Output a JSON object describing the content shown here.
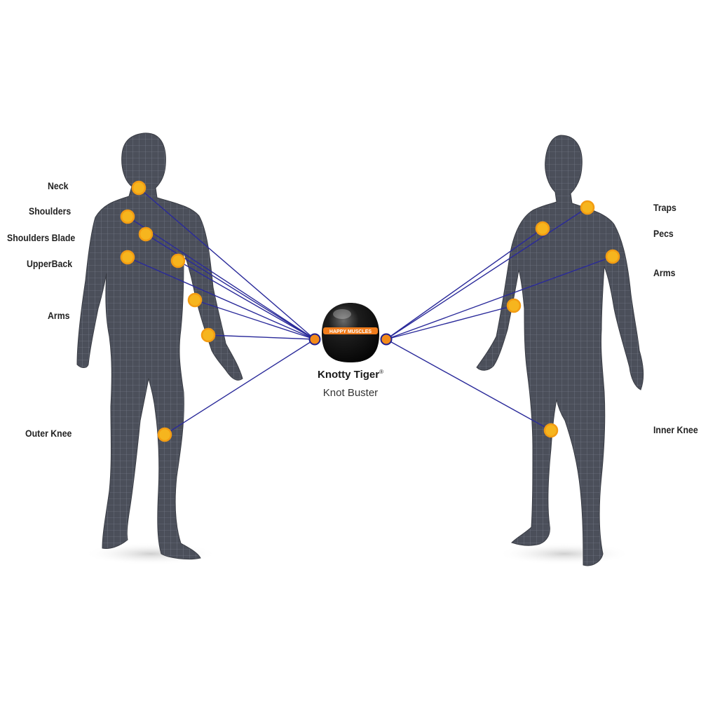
{
  "colors": {
    "line": "#2a2a9a",
    "dot_fill": "#f6b51e",
    "dot_ring": "#f39c12",
    "hub_ring": "#1f1f8f",
    "hub_fill": "#f28a1a",
    "body": "#4b4f5a",
    "mesh": "#7e8593",
    "band": "#f07c1c"
  },
  "product": {
    "name": "Knotty Tiger",
    "reg": "®",
    "subtitle": "Knot Buster",
    "band_text": "HAPPY MUSCLES"
  },
  "left_figure": {
    "labels": [
      "Neck",
      "Shoulders",
      "Shoulders Blade",
      "UpperBack",
      "Arms",
      "Outer Knee"
    ]
  },
  "right_figure": {
    "labels": [
      "Traps",
      "Pecs",
      "Arms",
      "Inner Knee"
    ]
  }
}
